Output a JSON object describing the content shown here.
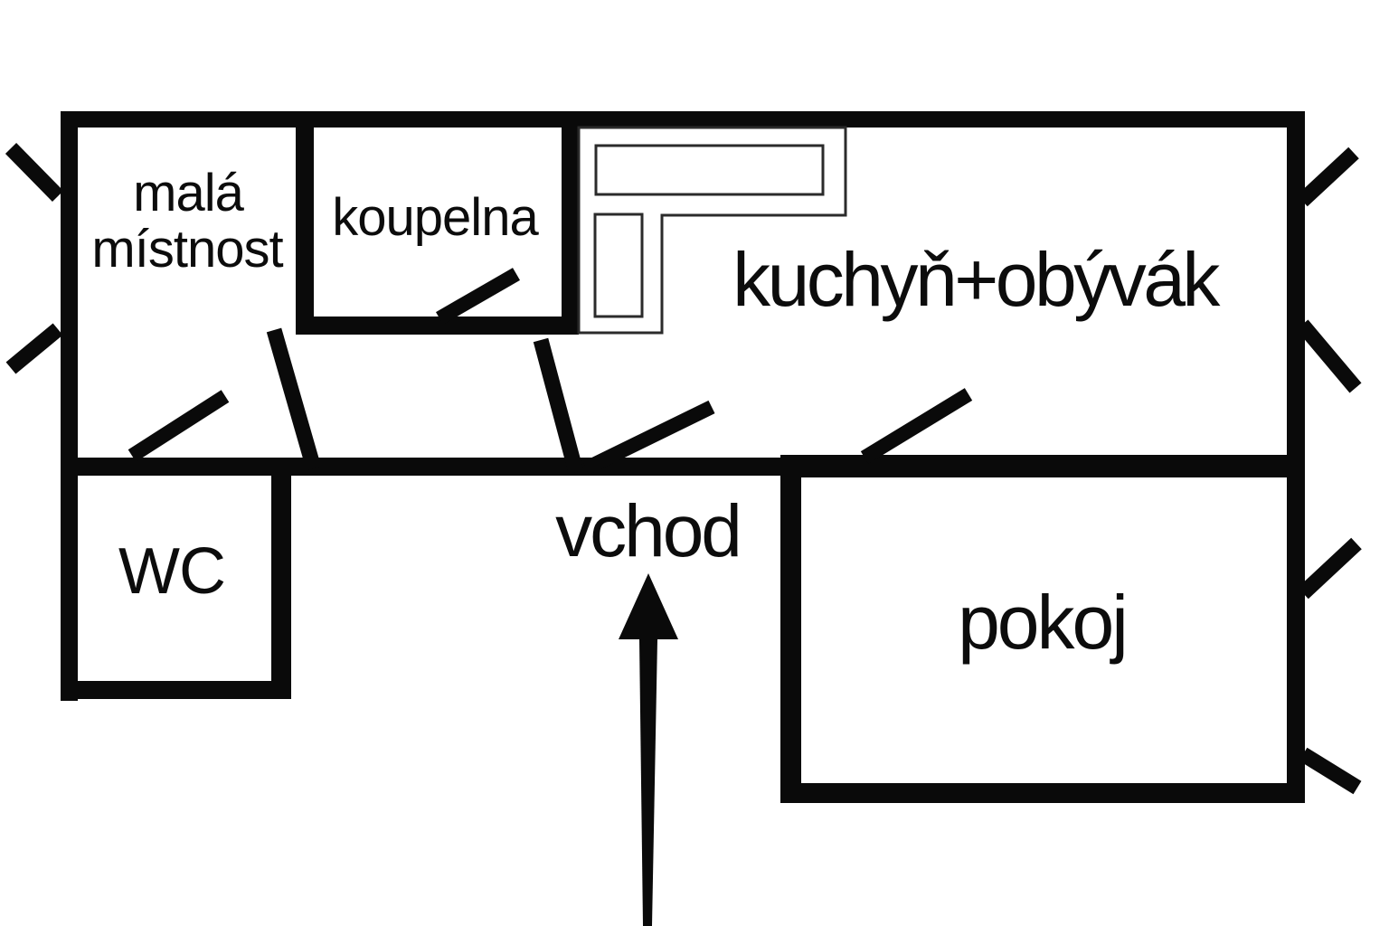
{
  "diagram": {
    "kind": "apartment-floor-plan",
    "colors": {
      "background": "#ffffff",
      "walls": "#0a0a0a",
      "counter_outline": "#2b2b2b",
      "text": "#0c0c0c"
    },
    "rooms": [
      {
        "id": "mala-mistnost",
        "label": "malá místnost",
        "line1": "malá",
        "line2": "místnost"
      },
      {
        "id": "koupelna",
        "label": "koupelna"
      },
      {
        "id": "kuchyn-obyvak",
        "label": "kuchyň+obývák"
      },
      {
        "id": "wc",
        "label": "WC"
      },
      {
        "id": "pokoj",
        "label": "pokoj"
      }
    ],
    "entrance": {
      "label": "vchod",
      "arrow_icon": "up-arrow"
    },
    "symbols": {
      "door_swing_count": 4,
      "door_leaf_count": 2,
      "window_tick_count": 6,
      "kitchen_counter": "L-shaped counter outline"
    }
  }
}
